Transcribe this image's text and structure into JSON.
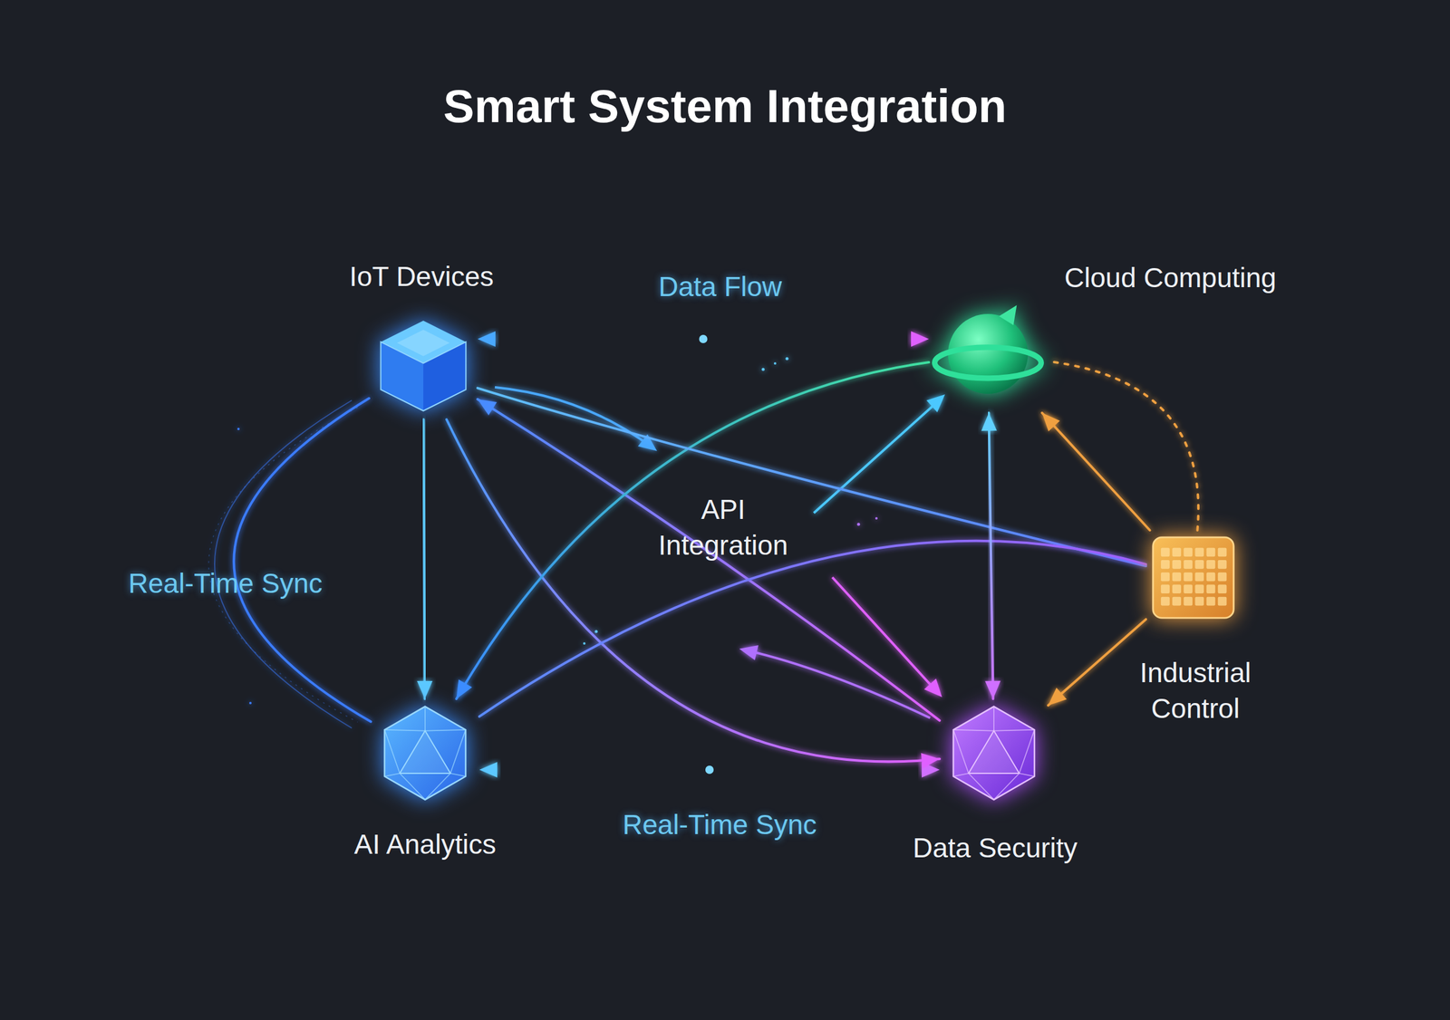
{
  "diagram": {
    "title": "Smart System Integration",
    "nodes": [
      {
        "text": [
          "IoT Devices"
        ]
      },
      {
        "text": [
          "Cloud Computing"
        ]
      },
      {
        "text": [
          "Industrial Control"
        ]
      },
      {
        "text": [
          "AI Analytics"
        ]
      },
      {
        "text": [
          "Data Security"
        ]
      }
    ],
    "edges": [
      {
        "from": 0,
        "to": 1,
        "arrow": "both",
        "label": "Data Flow"
      },
      {
        "from": 0,
        "to": 3,
        "arrow": "to"
      },
      {
        "from": 0,
        "to": 3,
        "arrow": "none",
        "label": "Real-Time Sync"
      },
      {
        "from": 3,
        "to": 4,
        "arrow": "both",
        "label": "Real-Time Sync"
      },
      {
        "from": 4,
        "to": 0,
        "arrow": "to"
      },
      {
        "from": 0,
        "to": 4,
        "arrow": "to"
      },
      {
        "from": 1,
        "to": 3,
        "arrow": "to"
      },
      {
        "from": 0,
        "to": 2,
        "arrow": "none"
      },
      {
        "from": 3,
        "to": 2,
        "arrow": "none"
      },
      {
        "from": 1,
        "to": 4,
        "arrow": "both"
      },
      {
        "from": 2,
        "to": 1,
        "arrow": "to"
      },
      {
        "from": 2,
        "to": 4,
        "arrow": "to"
      },
      {
        "from": 2,
        "to": 1,
        "arrow": "none"
      }
    ],
    "labels": [
      "API Integration"
    ]
  }
}
